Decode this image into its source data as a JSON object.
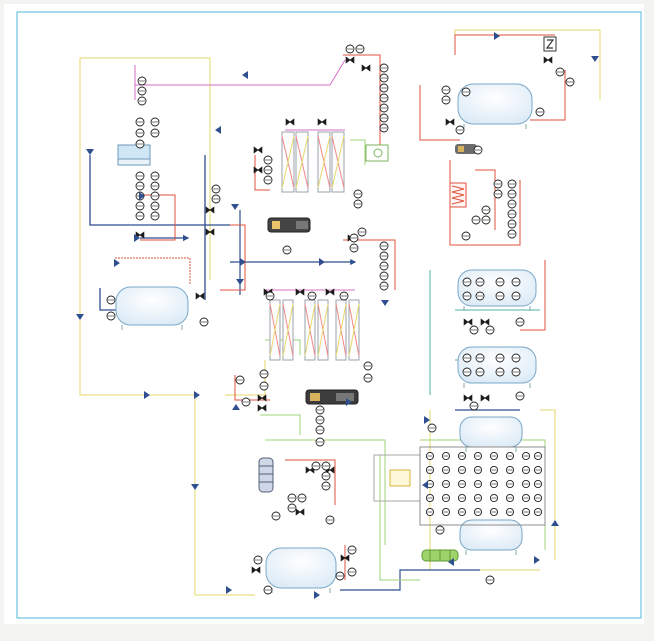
{
  "diagram": {
    "colors": {
      "background": "#f3f3f1",
      "sheet": "#ffffff",
      "frame": "#6ec3e3",
      "main_line": "#2f4f8f",
      "yellow_line": "#e6d96a",
      "green_line": "#9fd27a",
      "red_line": "#e0503c",
      "pink_line": "#d46fc4",
      "teal_line": "#4fb3a8",
      "vessel_fill": "#e8f3fb",
      "vessel_stroke": "#7aa7c7",
      "exchanger": "#f28a8a",
      "green_unit": "#9ed36a"
    },
    "vessels": [
      {
        "id": "tank-upper-right",
        "kind": "horizontal-vessel"
      },
      {
        "id": "tank-left-mid",
        "kind": "horizontal-vessel"
      },
      {
        "id": "tank-right-1",
        "kind": "horizontal-vessel"
      },
      {
        "id": "tank-right-2",
        "kind": "horizontal-vessel"
      },
      {
        "id": "tank-right-3",
        "kind": "horizontal-vessel"
      },
      {
        "id": "tank-right-4",
        "kind": "horizontal-vessel"
      },
      {
        "id": "tank-bottom",
        "kind": "horizontal-vessel"
      }
    ],
    "instrument_count": 160
  }
}
